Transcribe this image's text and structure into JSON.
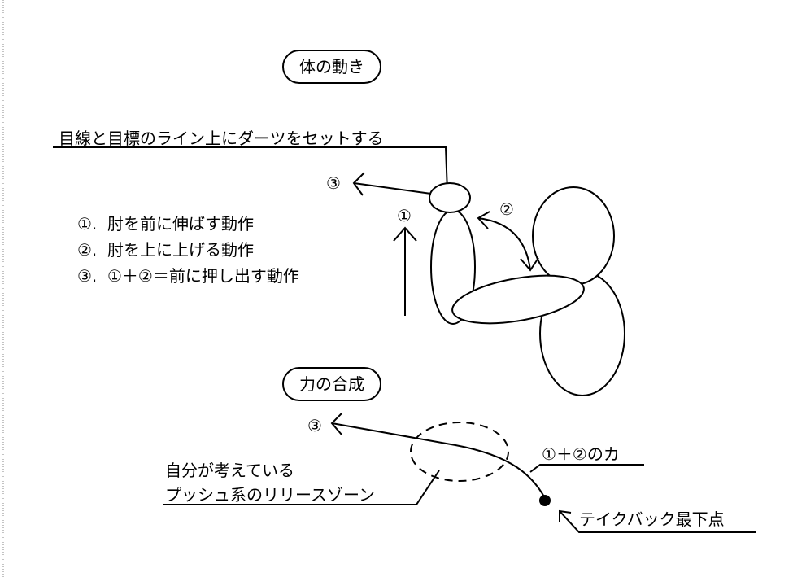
{
  "section_body_motion": {
    "title": "体の動き",
    "dart_line_label": "目線と目標のライン上にダーツをセットする",
    "arrow_labels": {
      "one": "①",
      "two": "②",
      "three": "③"
    },
    "legend": [
      "①.  肘を前に伸ばす動作",
      "②.  肘を上に上げる動作",
      "③.  ①＋②＝前に押し出す動作"
    ]
  },
  "section_force": {
    "title": "力の合成",
    "arrow_label": "③",
    "combined_force_label": "①＋②のカ",
    "release_zone_label": [
      "自分が考えている",
      "プッシュ系のリリースゾーン"
    ],
    "takeback_label": "テイクバック最下点"
  }
}
